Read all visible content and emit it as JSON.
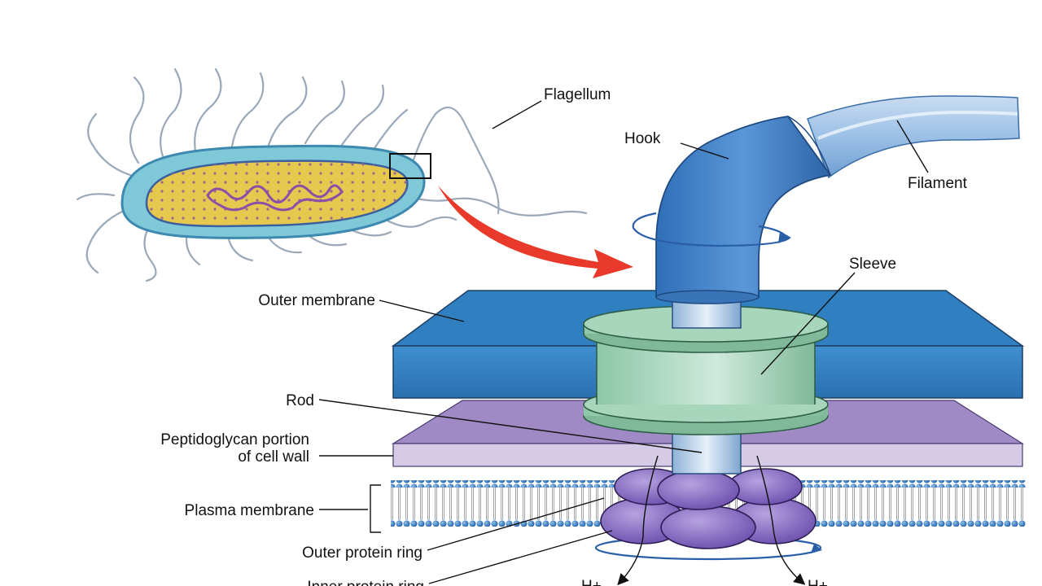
{
  "labels": {
    "flagellum": "Flagellum",
    "hook": "Hook",
    "filament": "Filament",
    "sleeve": "Sleeve",
    "outer_membrane": "Outer membrane",
    "rod": "Rod",
    "peptidoglycan_line1": "Peptidoglycan portion",
    "peptidoglycan_line2": "of cell wall",
    "plasma_membrane": "Plasma membrane",
    "outer_protein_ring": "Outer protein ring",
    "inner_protein_ring": "Inner protein ring",
    "proton_left": "H+",
    "proton_right": "H+"
  },
  "colors": {
    "outer_membrane": "#2f7fc1",
    "peptidoglycan": "#a08bc4",
    "hook": "#4a86cc",
    "filament": "#9cc0e6",
    "sleeve": "#8cc7a8",
    "protein_rings": "#8b6fc4",
    "arrow": "#e8392a"
  }
}
